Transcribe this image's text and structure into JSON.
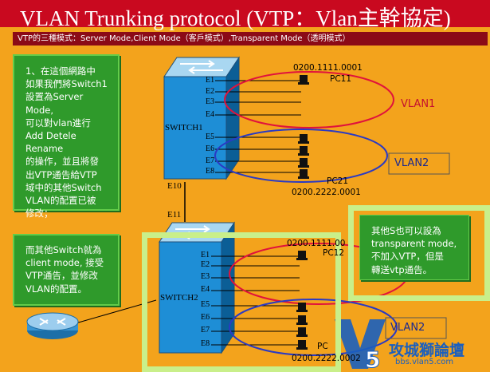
{
  "title": "VLAN Trunking protocol (VTP：Vlan主幹協定)",
  "subtitle": "VTP的三種模式：Server Mode,Client Mode（客戶模式）,Transparent Mode（透明模式）",
  "boxes": {
    "server_note": [
      "1、在這個網路中",
      "如果我們將Switch1",
      "設置為Server Mode,",
      "可以對vlan進行",
      "Add Detele Rename",
      "的操作，並且將發",
      "出VTP通告給VTP",
      "域中的其他Switch",
      "VLAN的配置已被",
      "修改；"
    ],
    "client_note": [
      "而其他Switch就為",
      "client mode, 接受",
      "VTP通告，並修改",
      "VLAN的配置。"
    ],
    "transparent_note": [
      "其他S也可以設為",
      "transparent mode,",
      "不加入VTP，但是",
      "轉送vtp通告。"
    ]
  },
  "switch1": {
    "name": "SWITCH1",
    "ports": [
      "E1",
      "E2",
      "E3",
      "E4",
      "E5",
      "E6",
      "E7",
      "E8"
    ],
    "uplink": "E10"
  },
  "switch2": {
    "name": "SWITCH2",
    "ports": [
      "E1",
      "E2",
      "E3",
      "E4",
      "E5",
      "E6",
      "E7",
      "E8"
    ],
    "uplink": "E11"
  },
  "labels": {
    "mac_top": "0200.1111.0001",
    "pc11": "PC11",
    "pc21": "PC21",
    "mac_mid": "0200.2222.0001",
    "vlan1": "VLAN1",
    "vlan2_top": "VLAN2",
    "mac_sw2": "0200.1111.00",
    "pc12": "PC12",
    "vlan2_bottom": "VLAN2",
    "pc_bottom": "PC",
    "mac_bottom": "0200.2222.0002"
  },
  "watermark": {
    "brand": "攻城獅論壇",
    "url": "bbs.vlan5.com"
  },
  "colors": {
    "background": "#f3a31c",
    "title_bar": "#c9091f",
    "subtitle_bar": "#8b0a17",
    "note_green": "#2f9a2b",
    "highlight_green": "#c9ef8a",
    "switch_blue": "#1e8ed6",
    "vlan1_red": "#e0123c",
    "vlan2_blue": "#2a3ac4"
  }
}
